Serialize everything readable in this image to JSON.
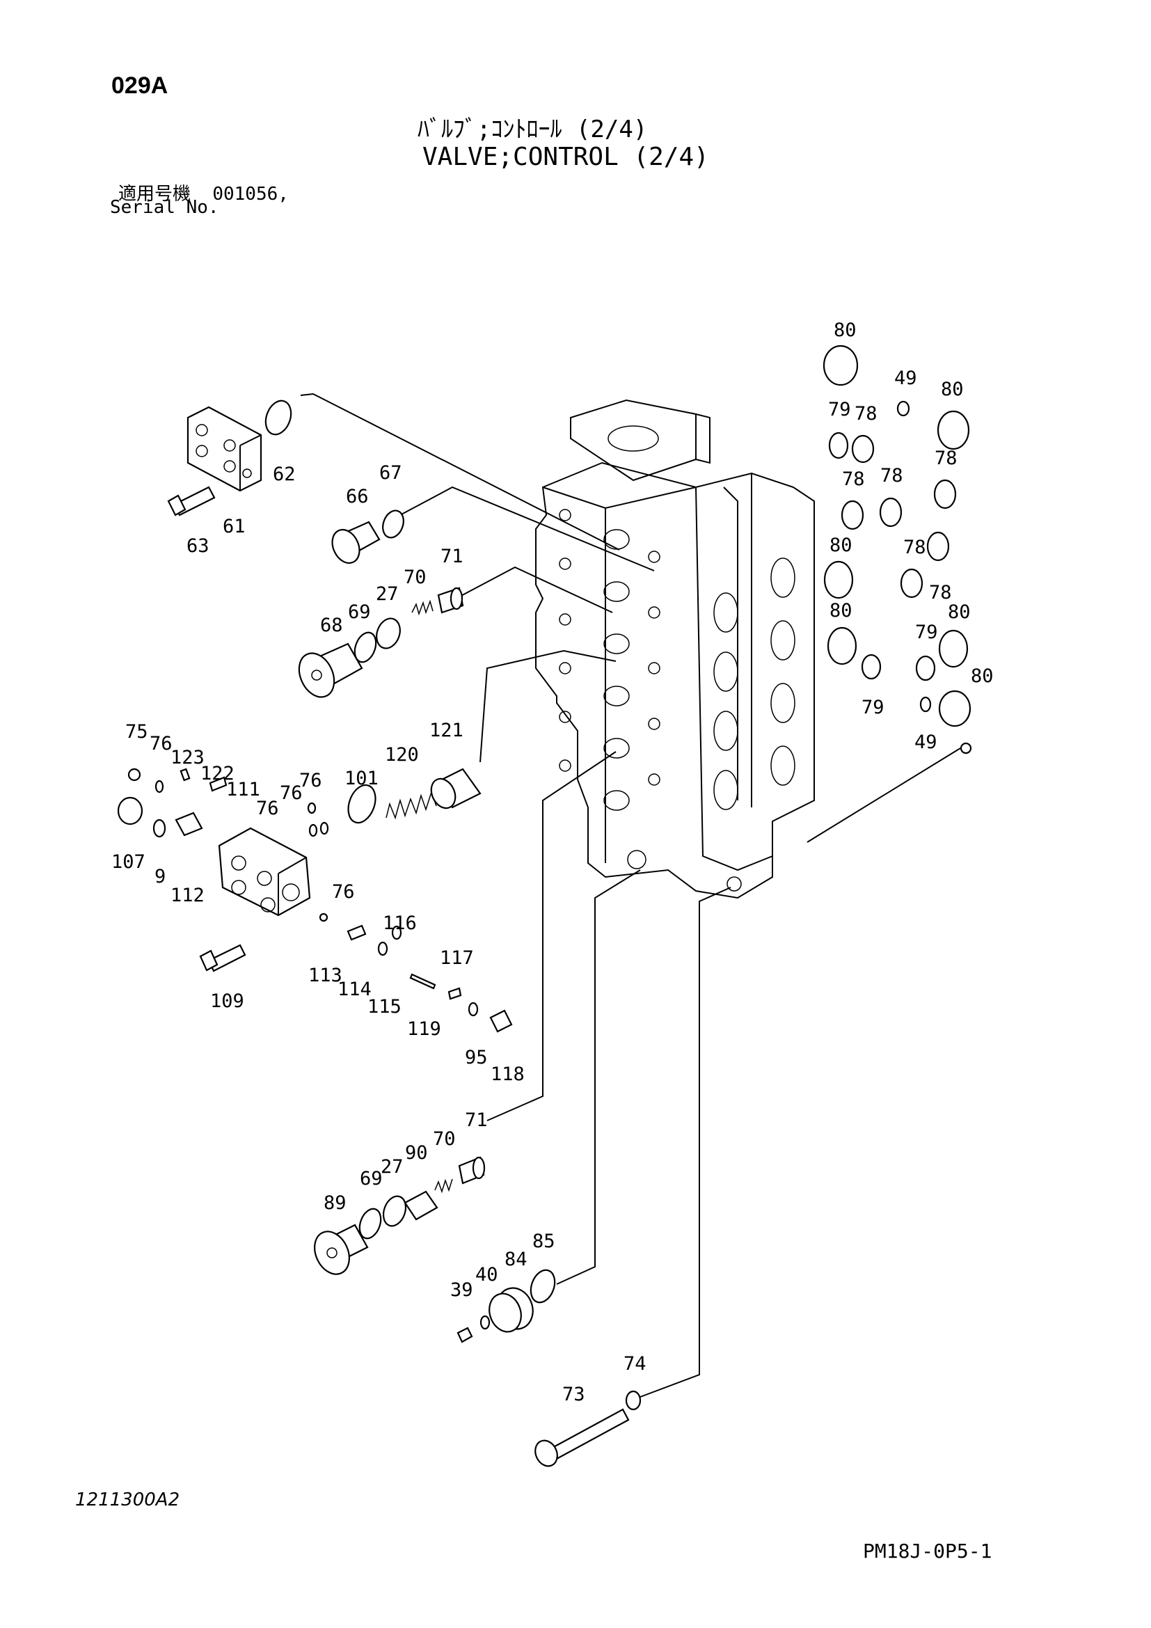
{
  "header": {
    "page_code": "029A",
    "title_jp": "ﾊﾞﾙﾌﾞ;ｺﾝﾄﾛｰﾙ (2/4)",
    "title_en": "VALVE;CONTROL (2/4)",
    "serial_label_jp": "適用号機",
    "serial_value": "001056,",
    "serial_label_en": "Serial No."
  },
  "footer": {
    "drawing_no": "1211300A2",
    "sheet_no": "PM18J-0P5-1"
  },
  "callouts": [
    "80",
    "49",
    "80",
    "79",
    "78",
    "78",
    "78",
    "78",
    "80",
    "78",
    "78",
    "80",
    "80",
    "79",
    "79",
    "80",
    "49",
    "62",
    "61",
    "63",
    "66",
    "67",
    "71",
    "70",
    "27",
    "69",
    "68",
    "75",
    "76",
    "123",
    "122",
    "111",
    "76",
    "76",
    "76",
    "101",
    "120",
    "121",
    "107",
    "9",
    "112",
    "76",
    "116",
    "117",
    "109",
    "113",
    "114",
    "115",
    "119",
    "95",
    "118",
    "71",
    "90",
    "70",
    "27",
    "69",
    "89",
    "85",
    "84",
    "40",
    "39",
    "74",
    "73"
  ]
}
